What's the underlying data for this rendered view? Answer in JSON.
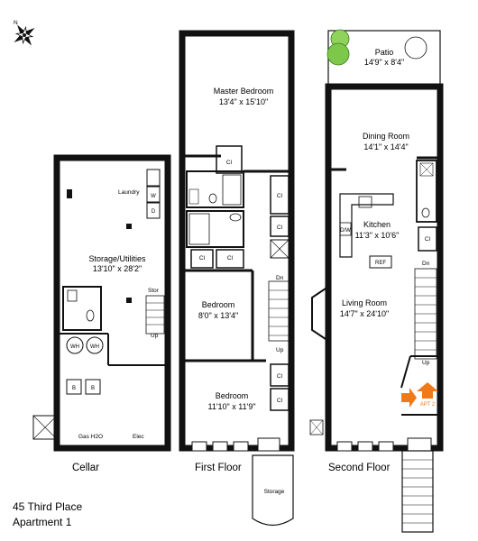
{
  "compass": {
    "north_label": "N"
  },
  "cellar": {
    "label": "Cellar",
    "laundry": "Laundry",
    "washer": "W",
    "dryer": "D",
    "storage_name": "Storage/Utilities",
    "storage_dims": "13'10\" x 28'2\"",
    "stor": "Stor",
    "up": "Up",
    "water_heater": "WH",
    "boiler": "B",
    "gas": "Gas H2O",
    "elec": "Elec"
  },
  "first_floor": {
    "label": "First Floor",
    "master_name": "Master Bedroom",
    "master_dims": "13'4\" x 15'10\"",
    "closet": "Cl",
    "bed1_name": "Bedroom",
    "bed1_dims": "8'0\" x 13'4\"",
    "bed2_name": "Bedroom",
    "bed2_dims": "11'10\" x 11'9\"",
    "down": "Dn",
    "up": "Up",
    "storage": "Storage"
  },
  "second_floor": {
    "label": "Second Floor",
    "patio_name": "Patio",
    "patio_dims": "14'9\" x 8'4\"",
    "dining_name": "Dining Room",
    "dining_dims": "14'1\" x 14'4\"",
    "kitchen_name": "Kitchen",
    "kitchen_dims": "11'3\" x 10'6\"",
    "dw": "D/W",
    "ref": "REF",
    "closet": "Cl",
    "down": "Dn",
    "living_name": "Living Room",
    "living_dims": "14'7\" x 24'10\"",
    "up": "Up",
    "apt_tag": "APT 2",
    "accent_color": "#f07a1a"
  },
  "info": {
    "address": "45 Third Place",
    "unit": "Apartment 1"
  }
}
